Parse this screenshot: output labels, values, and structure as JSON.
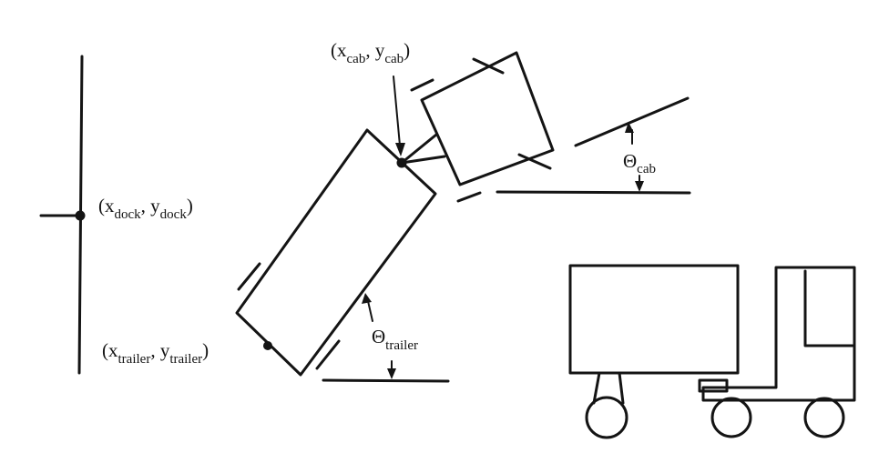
{
  "labels": {
    "dock": {
      "open": "(x",
      "sub1": "dock",
      "comma": ", y",
      "sub2": "dock",
      "close": ")"
    },
    "cab": {
      "open": "(x",
      "sub1": "cab",
      "comma": ", y",
      "sub2": "cab",
      "close": ")"
    },
    "trailer": {
      "open": "(x",
      "sub1": "trailer",
      "comma": ", y",
      "sub2": "trailer",
      "close": ")"
    },
    "theta_cab": {
      "symbol": "Θ",
      "sub": "cab"
    },
    "theta_trailer": {
      "symbol": "Θ",
      "sub": "trailer"
    }
  }
}
